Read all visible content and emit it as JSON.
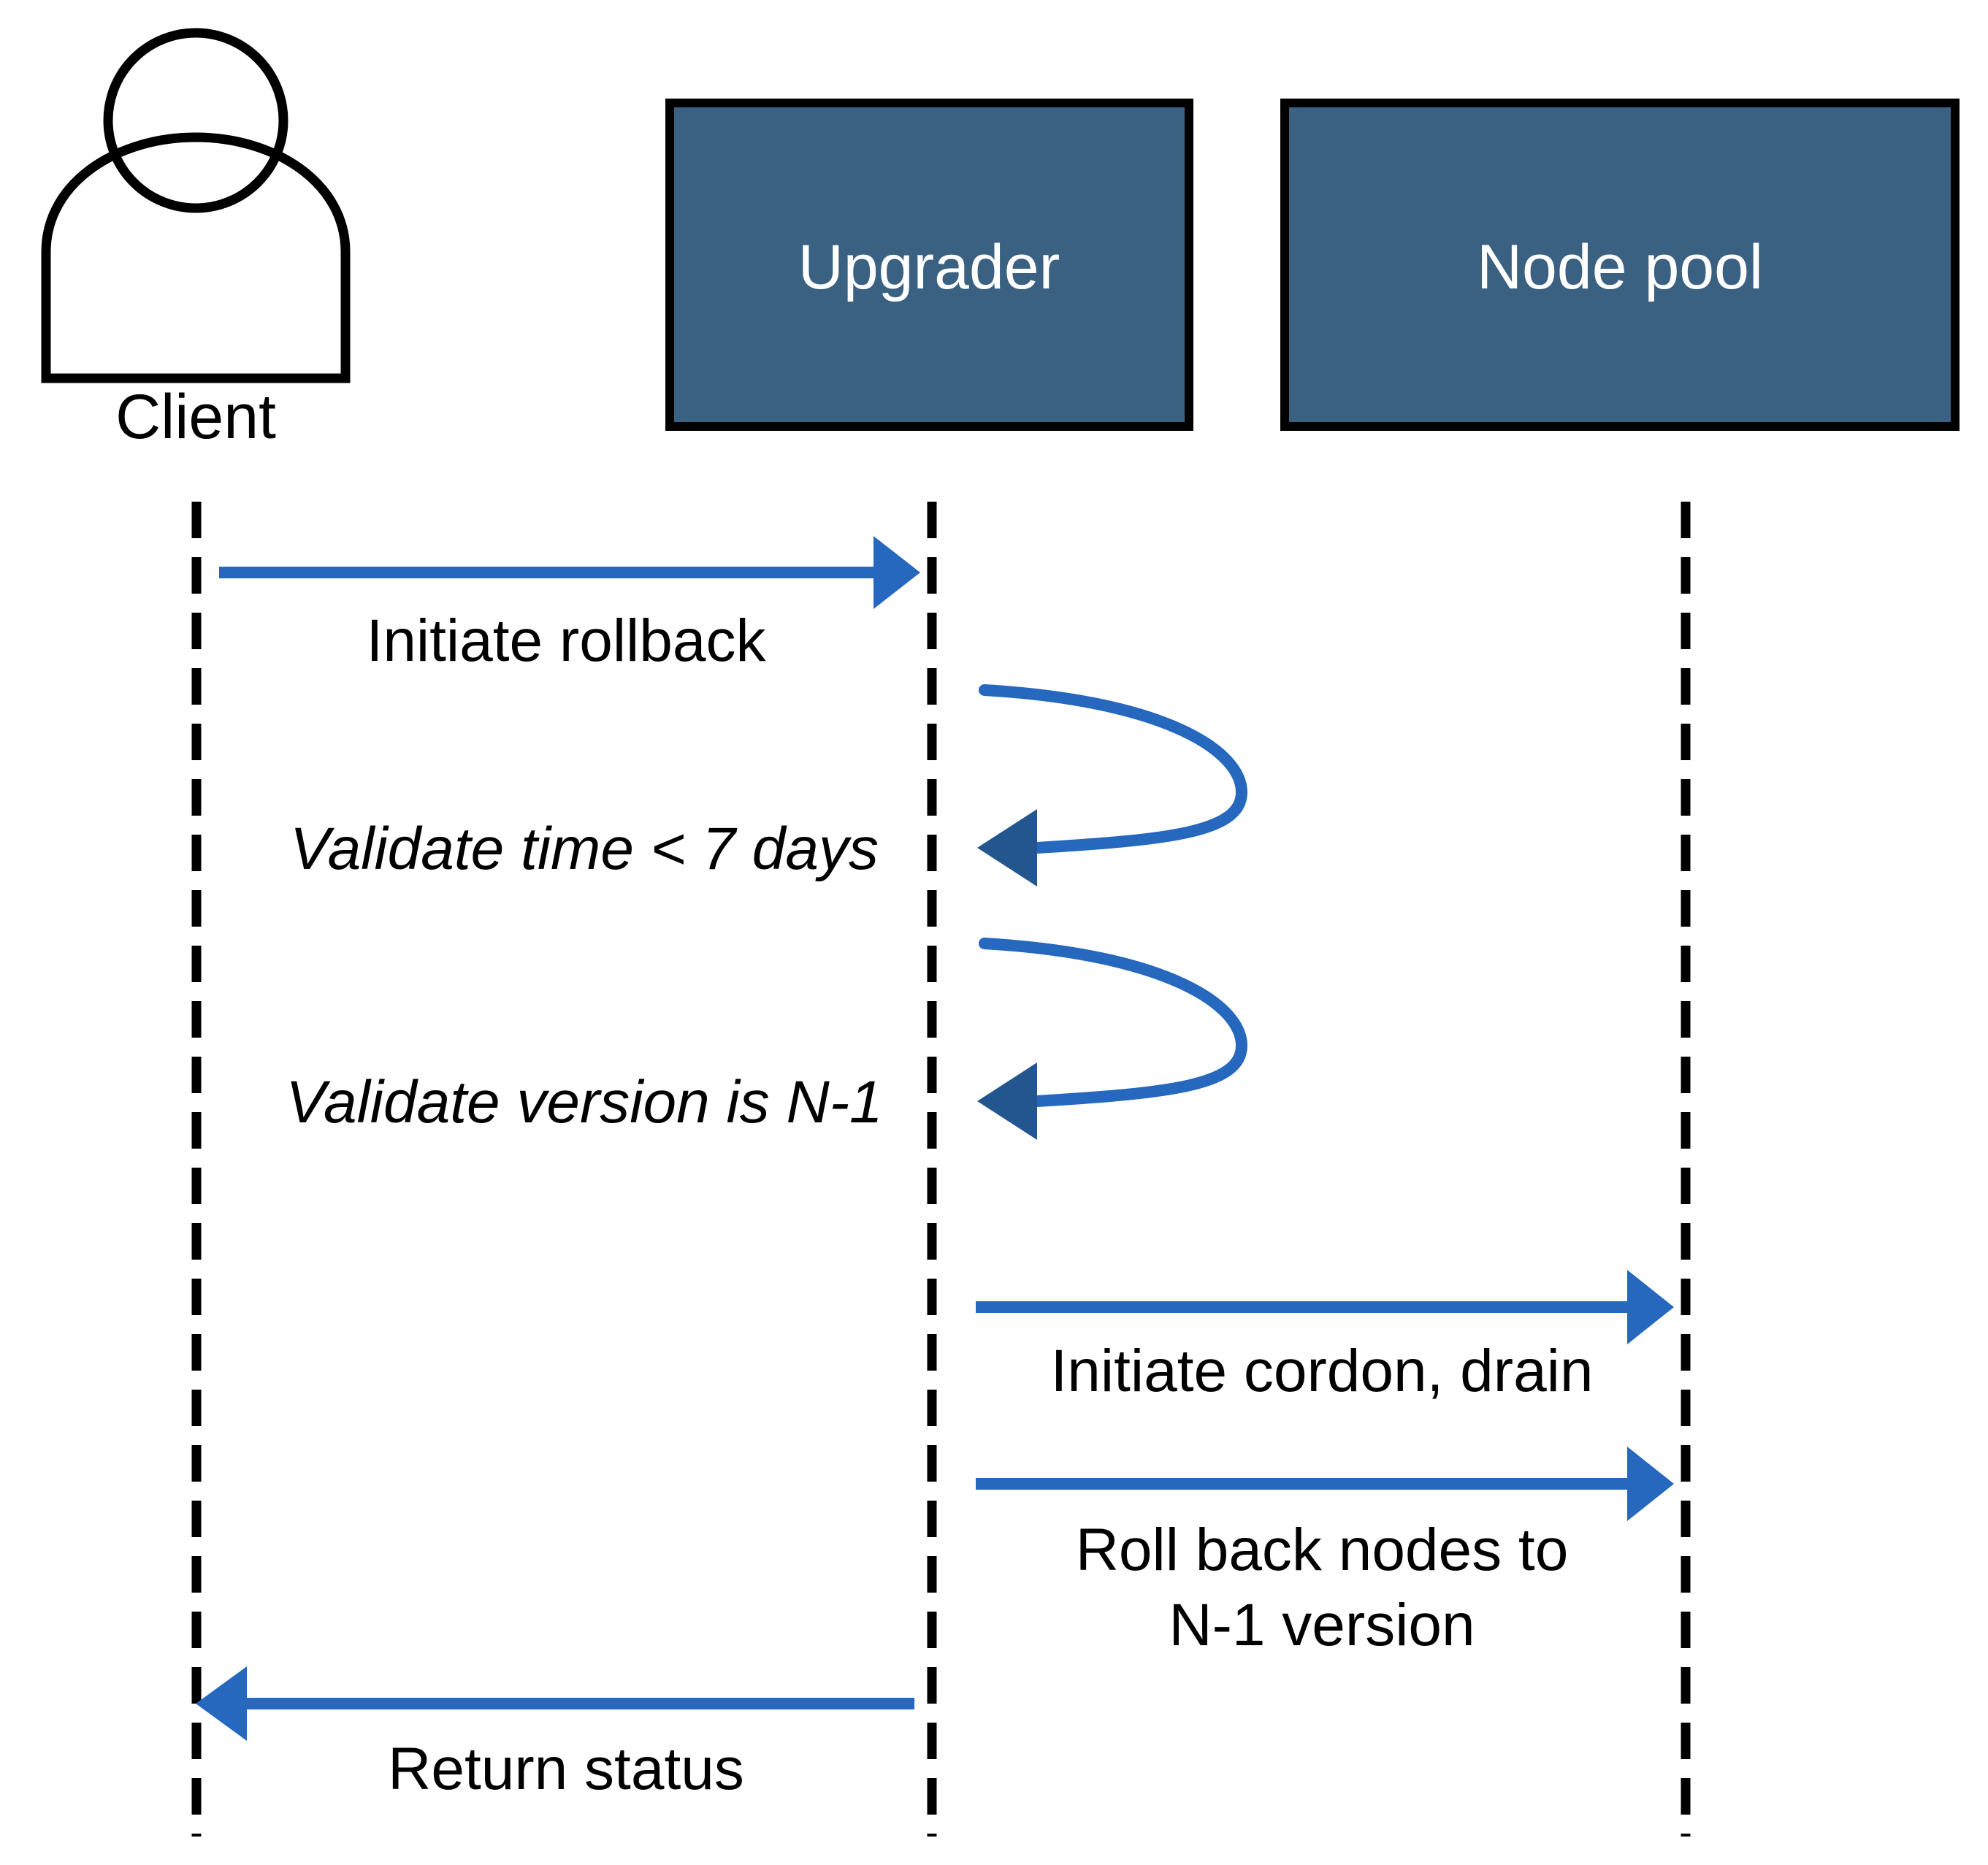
{
  "diagram": {
    "type": "sequence-diagram",
    "background_color": "#FFFFFF",
    "participant_fill": "#3A6181",
    "participant_border": "#000000",
    "participant_text_color": "#FFFFFF",
    "arrow_color": "#2668BE",
    "lifeline_color": "#000000",
    "participants": [
      {
        "id": "client",
        "label": "Client",
        "shape": "actor-person-icon"
      },
      {
        "id": "upgrader",
        "label": "Upgrader",
        "shape": "box"
      },
      {
        "id": "nodepool",
        "label": "Node pool",
        "shape": "box"
      }
    ],
    "messages": [
      {
        "id": "m1",
        "label": "Initiate rollback",
        "from": "client",
        "to": "upgrader",
        "direction": "right",
        "style": "solid",
        "italic": false,
        "self": false
      },
      {
        "id": "m2",
        "label": "Validate time < 7 days",
        "from": "upgrader",
        "to": "upgrader",
        "direction": "self",
        "style": "solid",
        "italic": true,
        "self": true
      },
      {
        "id": "m3",
        "label": "Validate version is N-1",
        "from": "upgrader",
        "to": "upgrader",
        "direction": "self",
        "style": "solid",
        "italic": true,
        "self": true
      },
      {
        "id": "m4",
        "label": "Initiate cordon, drain",
        "from": "upgrader",
        "to": "nodepool",
        "direction": "right",
        "style": "solid",
        "italic": false,
        "self": false
      },
      {
        "id": "m5",
        "label_line1": "Roll back nodes to",
        "label_line2": "N-1 version",
        "from": "upgrader",
        "to": "nodepool",
        "direction": "right",
        "style": "solid",
        "italic": false,
        "self": false
      },
      {
        "id": "m6",
        "label": "Return status",
        "from": "upgrader",
        "to": "client",
        "direction": "left",
        "style": "solid",
        "italic": false,
        "self": false
      }
    ]
  }
}
